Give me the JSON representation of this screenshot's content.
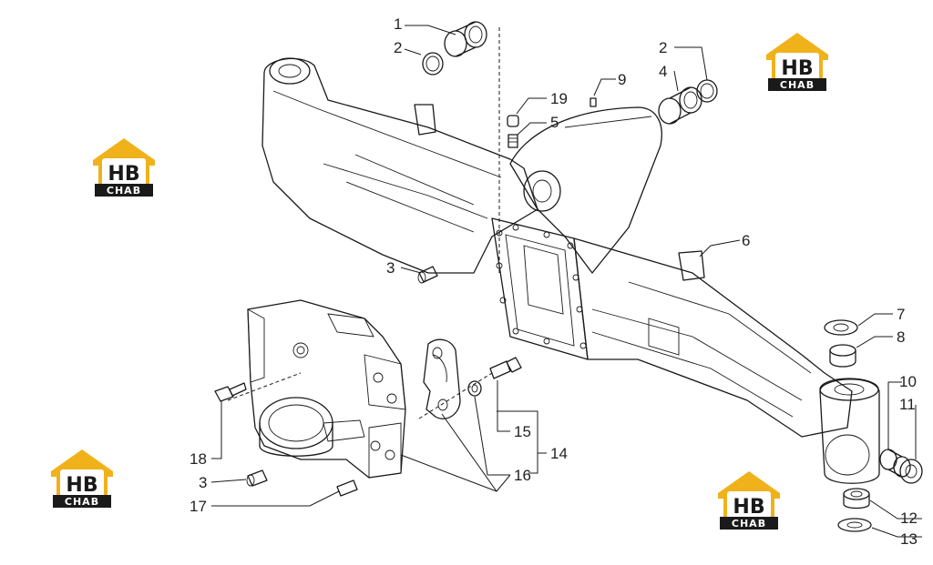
{
  "brand": {
    "monogram": "HB",
    "wordmark": "CHAB",
    "gold": "#f0b21a",
    "dark": "#1a1a1a"
  },
  "callouts": [
    "1",
    "2",
    "2",
    "4",
    "9",
    "19",
    "5",
    "3",
    "6",
    "7",
    "8",
    "10",
    "11",
    "18",
    "3",
    "17",
    "15",
    "14",
    "16",
    "12",
    "13"
  ]
}
